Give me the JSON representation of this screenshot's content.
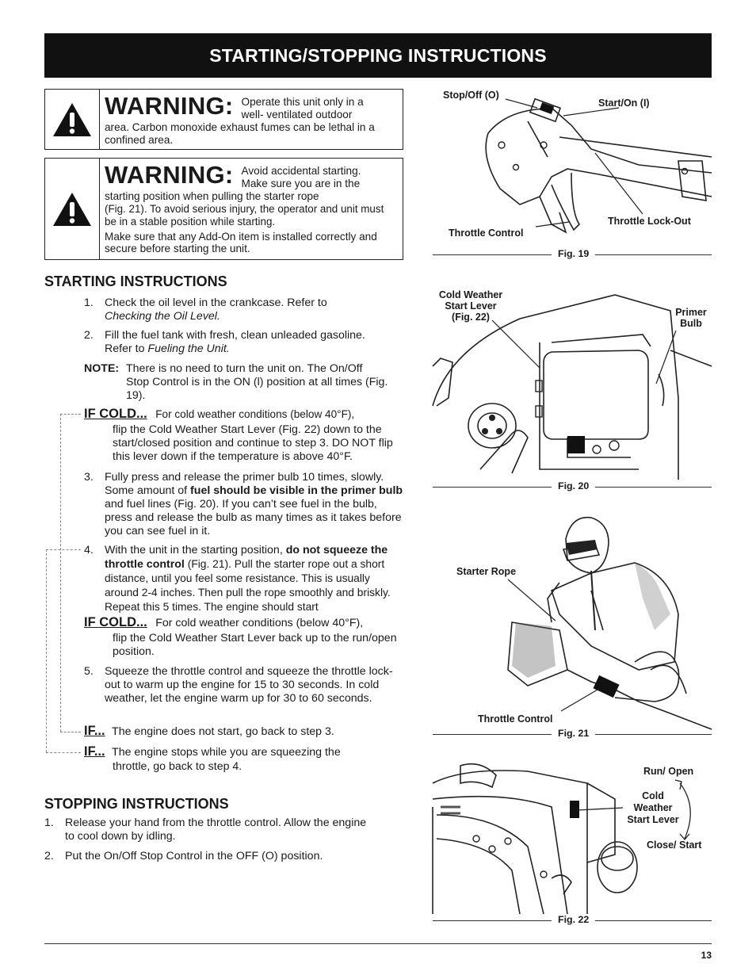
{
  "banner": {
    "title": "STARTING/STOPPING INSTRUCTIONS"
  },
  "warning1": {
    "label": "WARNING:",
    "text_a": "Operate this unit only in a",
    "text_b": "well- ventilated outdoor",
    "text_c": "area. Carbon monoxide exhaust fumes can be lethal in a confined area."
  },
  "warning2": {
    "label": "WARNING:",
    "text_a": "Avoid accidental starting.",
    "text_b": "Make sure you are in the",
    "text_c": "starting position when pulling the starter rope",
    "text_d": "(Fig. 21). To avoid serious injury, the operator and unit must be in a stable position while starting.",
    "text_e": "Make sure that any Add-On item is installed correctly and secure before starting the unit."
  },
  "starting": {
    "heading": "STARTING INSTRUCTIONS",
    "step1_num": "1.",
    "step1_a": "Check the oil level in the crankcase.  Refer to",
    "step1_b": "Checking the Oil Level.",
    "step2_num": "2.",
    "step2_a": "Fill the fuel tank with fresh, clean unleaded gasoline.",
    "step2_b": "Refer to ",
    "step2_c": "Fueling the Unit.",
    "note_label": "NOTE:",
    "note_a": "There is no need to turn the unit on. The On/Off",
    "note_b": "Stop Control is in the ON (l) position at all times (Fig. 19).",
    "ifcold1_label": "IF COLD...",
    "ifcold1_a": "For cold weather conditions (below 40°F),",
    "ifcold1_b": "flip the Cold Weather Start Lever (Fig. 22) down to the start/closed position and continue to step 3. DO NOT flip this lever down if the temperature is above 40°F.",
    "step3_num": "3.",
    "step3_a": "Fully press and release the primer bulb 10 times, slowly. Some amount of ",
    "step3_b": "fuel should be visible in the primer bulb",
    "step3_c": " and fuel lines (Fig. 20). If you can’t see fuel in the bulb, press and release the bulb as many times as it takes before you can see fuel in it.",
    "step4_num": "4.",
    "step4_a": "With the unit in the starting position, ",
    "step4_b": "do not squeeze the throttle control",
    "step4_c": " (Fig. 21). Pull the starter rope out a short distance, until you feel some resistance. This is usually around 2-4 inches. Then pull the rope smoothly and briskly. Repeat this 5 times. The engine should start",
    "ifcold2_label": "IF COLD...",
    "ifcold2_a": "For cold weather conditions (below 40°F),",
    "ifcold2_b": "flip the Cold Weather Start Lever back up to the run/open position.",
    "step5_num": "5.",
    "step5_a": "Squeeze the throttle control and squeeze the throttle lock-out to warm up the engine for 15 to 30 seconds. In cold weather, let the engine warm up for 30 to 60 seconds.",
    "if1_label": "IF...",
    "if1_text": "The engine does not start, go back to step 3.",
    "if2_label": "IF...",
    "if2_a": "The engine stops while you are squeezing the",
    "if2_b": "throttle, go back to step 4."
  },
  "stopping": {
    "heading": "STOPPING INSTRUCTIONS",
    "step1_num": "1.",
    "step1": "Release your hand from the throttle control. Allow the engine to cool down by idling.",
    "step2_num": "2.",
    "step2": "Put the On/Off Stop Control in the OFF (O) position."
  },
  "fig19": {
    "caption": "Fig. 19",
    "stop_off": "Stop/Off (O)",
    "start_on": "Start/On (I)",
    "throttle_lockout": "Throttle Lock-Out",
    "throttle_control": "Throttle Control"
  },
  "fig20": {
    "caption": "Fig. 20",
    "cold_weather": "Cold Weather",
    "start_lever": "Start Lever",
    "fig22_ref": "(Fig. 22)",
    "primer": "Primer",
    "bulb": "Bulb"
  },
  "fig21": {
    "caption": "Fig. 21",
    "starter_rope": "Starter Rope",
    "throttle_control": "Throttle Control"
  },
  "fig22": {
    "caption": "Fig. 22",
    "run_open": "Run/ Open",
    "cold": "Cold",
    "weather": "Weather",
    "start_lever": "Start Lever",
    "close_start": "Close/ Start"
  },
  "footer": {
    "page_number": "13"
  }
}
